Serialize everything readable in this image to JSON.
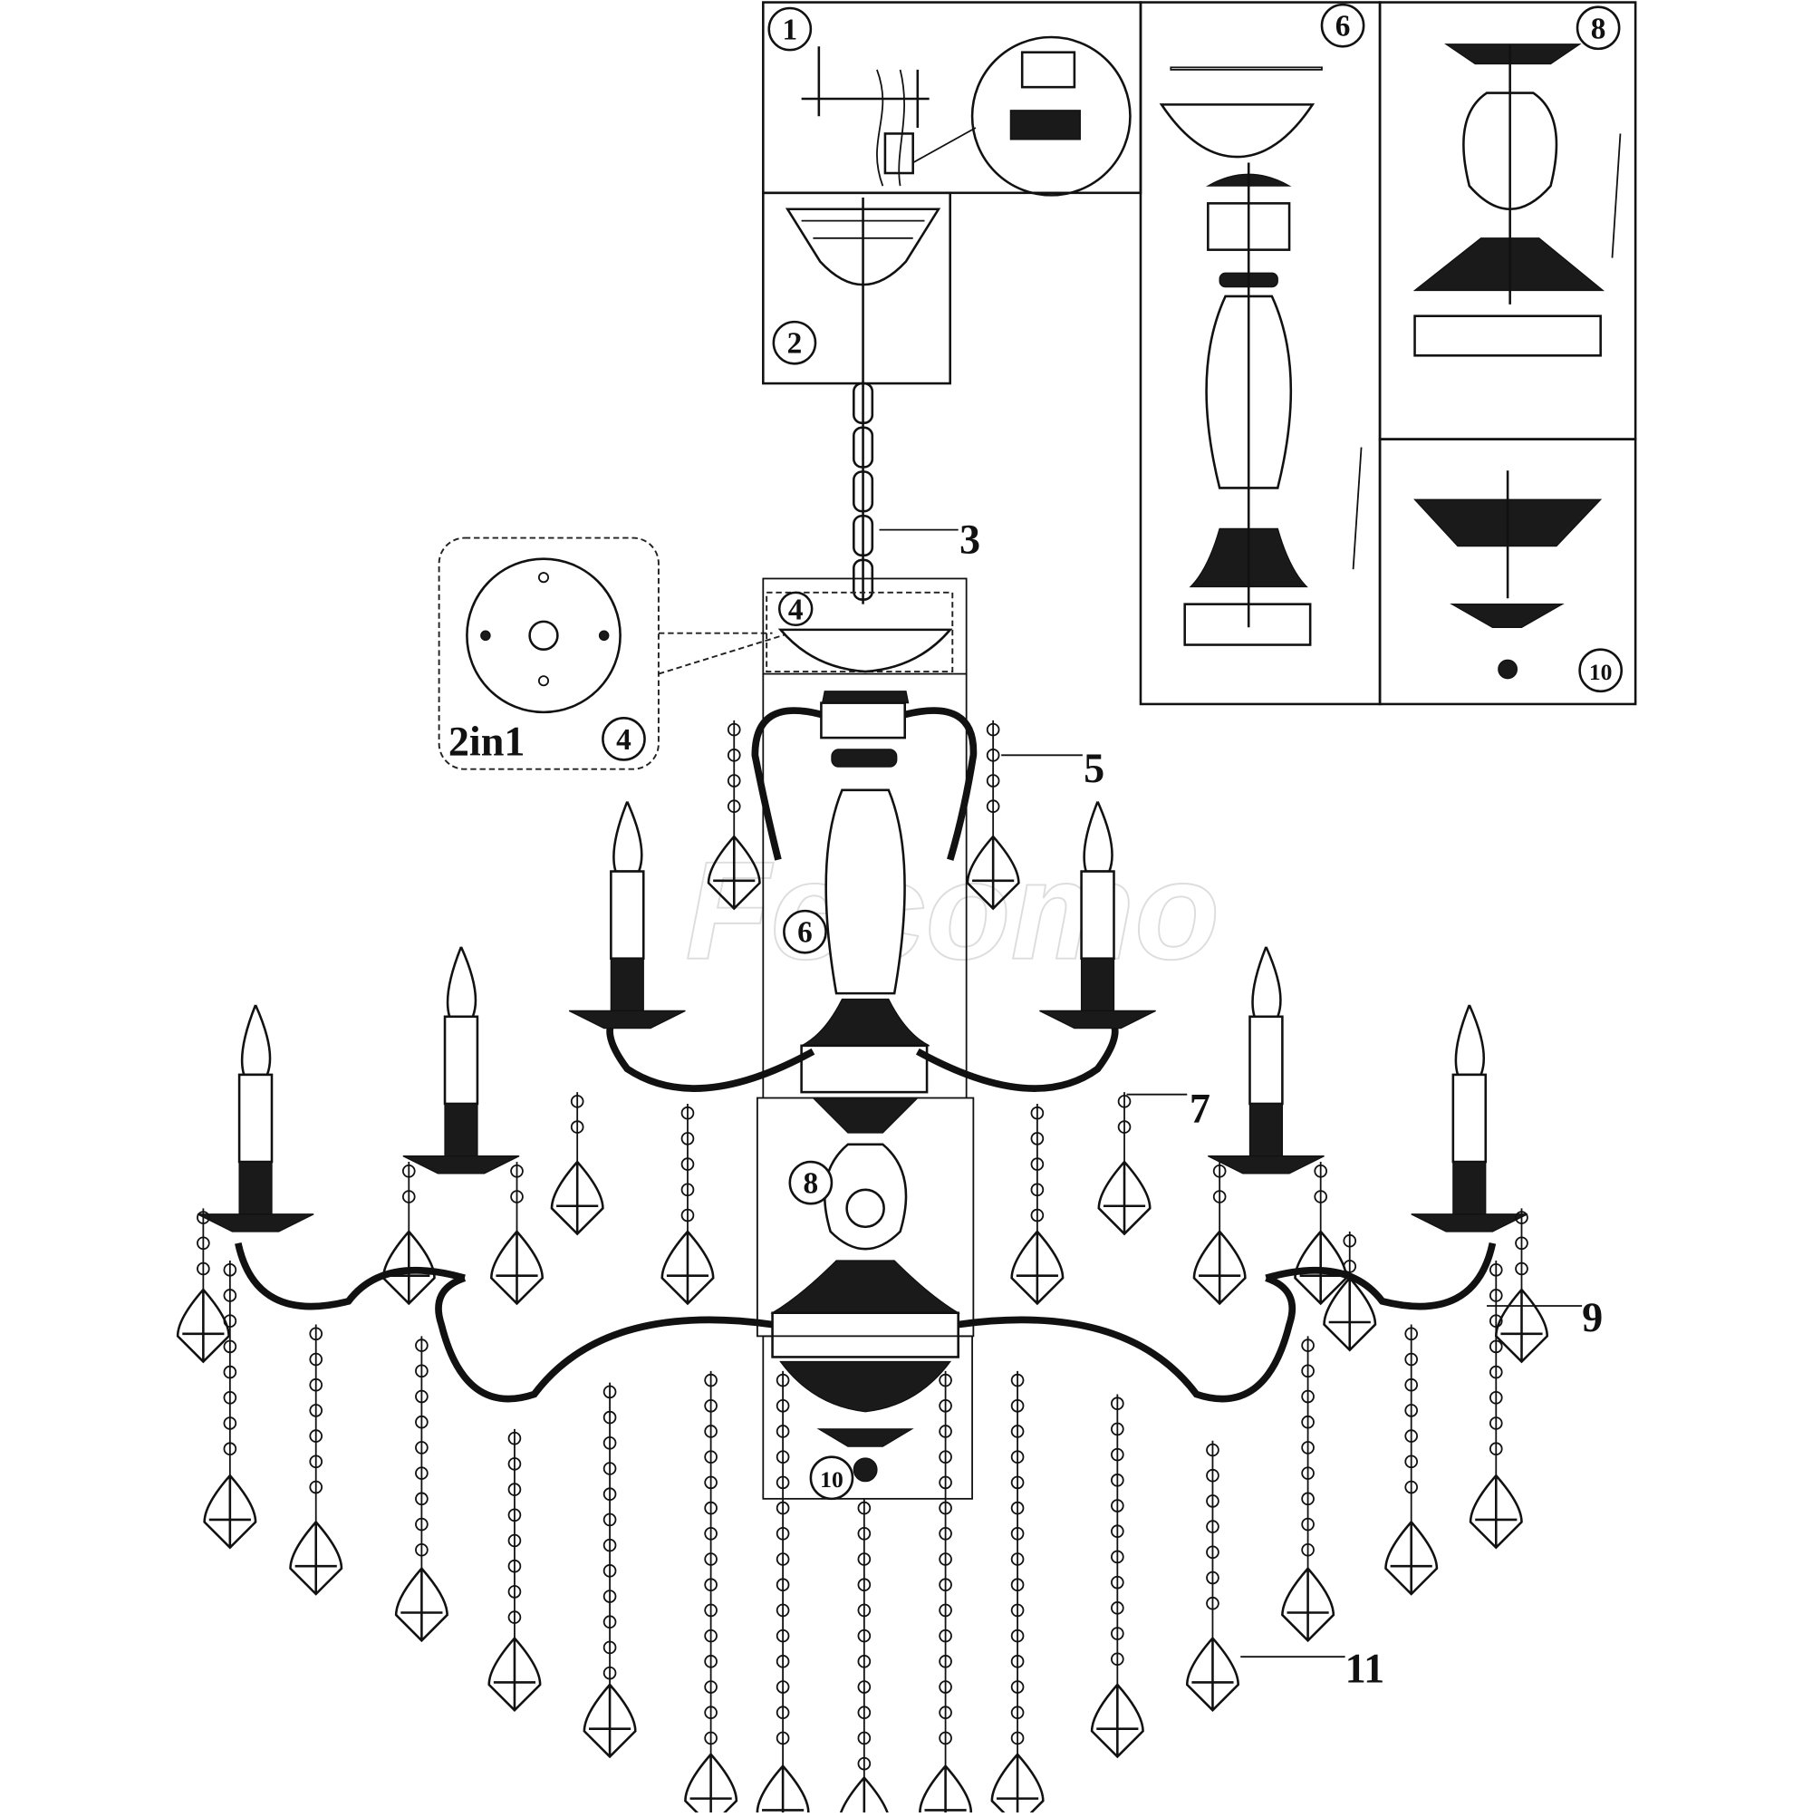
{
  "title": "Chandelier assembly diagram",
  "watermark": "Fecomo",
  "step_markers": {
    "s1": "1",
    "s2": "2",
    "s4": "4",
    "s4_inset": "4",
    "s6": "6",
    "s6_panel": "6",
    "s8": "8",
    "s8_panel": "8",
    "s10": "10",
    "s10_panel": "10"
  },
  "inset_label": "2in1",
  "part_labels": {
    "p3": "3",
    "p5": "5",
    "p7": "7",
    "p9": "9",
    "p11": "11"
  }
}
